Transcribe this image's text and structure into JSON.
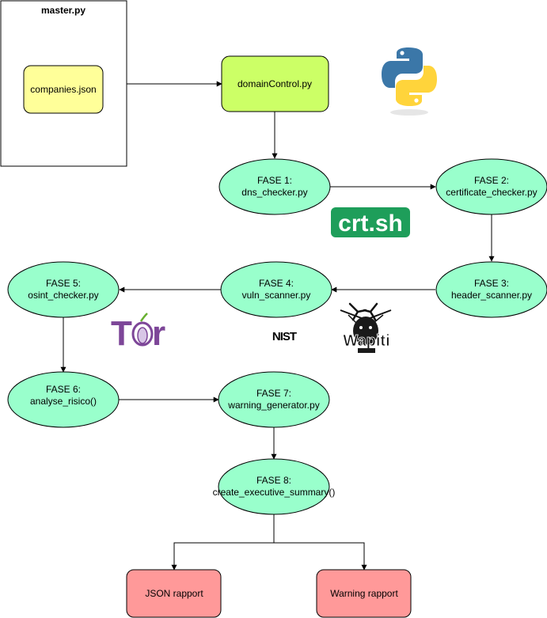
{
  "colors": {
    "phase_fill": "#99ffcc",
    "domain_fill": "#ccff66",
    "json_fill": "#ffff99",
    "report_fill": "#ff9999",
    "stroke": "#000000",
    "crt_green": "#1e9e5a",
    "tor_purple": "#7d4698"
  },
  "master": {
    "title": "master.py"
  },
  "companies": {
    "label": "companies.json"
  },
  "domain_control": {
    "label": "domainControl.py"
  },
  "phases": [
    {
      "title": "FASE 1:",
      "file": "dns_checker.py"
    },
    {
      "title": "FASE 2:",
      "file": "certificate_checker.py"
    },
    {
      "title": "FASE 3:",
      "file": "header_scanner.py"
    },
    {
      "title": "FASE 4:",
      "file": "vuln_scanner.py"
    },
    {
      "title": "FASE 5:",
      "file": "osint_checker.py"
    },
    {
      "title": "FASE 6:",
      "file": "analyse_risico()"
    },
    {
      "title": "FASE 7:",
      "file": "warning_generator.py"
    },
    {
      "title": "FASE 8:",
      "file": "create_executive_summary()"
    }
  ],
  "reports": {
    "json": "JSON rapport",
    "warning": "Warning rapport"
  },
  "logos": {
    "python": "python-logo-icon",
    "crtsh": "crt.sh",
    "tor": "Tor",
    "nist": "NIST",
    "wapiti": "Wapiti"
  }
}
